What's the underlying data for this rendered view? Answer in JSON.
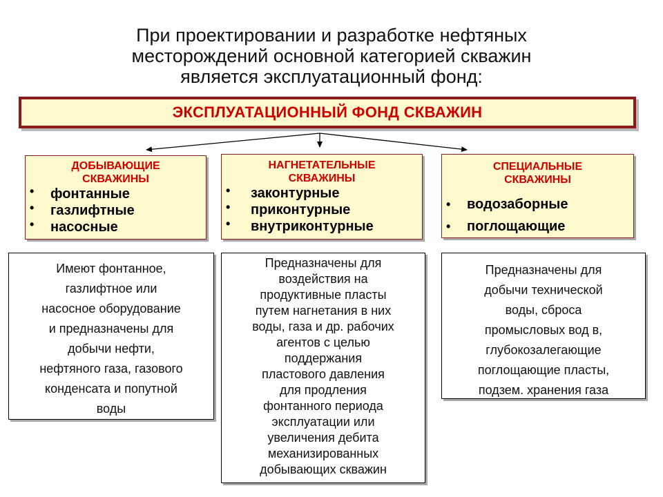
{
  "heading": {
    "lines": [
      "При  проектировании  и разработке нефтяных",
      "месторождений  основной категорией  скважин",
      "является эксплуатационный фонд:"
    ]
  },
  "root": {
    "title": "ЭКСПЛУАТАЦИОННЫЙ ФОНД СКВАЖИН"
  },
  "categories": [
    {
      "title_lines": [
        "ДОБЫВАЮЩИЕ",
        "СКВАЖИНЫ"
      ],
      "items": [
        "фонтанные",
        "газлифтные",
        "насосные"
      ],
      "description_lines": [
        "Имеют фонтанное,",
        "газлифтное или",
        "насосное оборудование",
        "и предназначены для",
        "добычи нефти,",
        "нефтяного газа, газового",
        "конденсата и попутной",
        "воды"
      ]
    },
    {
      "title_lines": [
        "НАГНЕТАТЕЛЬНЫЕ",
        "СКВАЖИНЫ"
      ],
      "items": [
        "законтурные",
        "приконтурные",
        "внутриконтурные"
      ],
      "description_lines": [
        "Предназначены для",
        "воздействия на",
        "продуктивные пласты",
        "путем нагнетания в них",
        "воды, газа и др. рабочих",
        "агентов с целью",
        "поддержания",
        "пластового давления",
        "для продления",
        "фонтанного периода",
        "эксплуатации или",
        "увеличения дебита",
        "механизированных",
        "добывающих скважин"
      ]
    },
    {
      "title_lines": [
        "СПЕЦИАЛЬНЫЕ",
        "СКВАЖИНЫ"
      ],
      "items": [
        "водозаборные",
        "поглощающие"
      ],
      "description_lines": [
        "Предназначены для",
        "добычи технической",
        "воды, сброса",
        "промысловых вод в,",
        "глубокозалегающие",
        "поглощающие пласты,",
        "подзем.  хранения газа"
      ]
    }
  ],
  "colors": {
    "title_red": "#cc0000",
    "box_border": "#8b1a1a",
    "box_fill": "#fffacd"
  }
}
